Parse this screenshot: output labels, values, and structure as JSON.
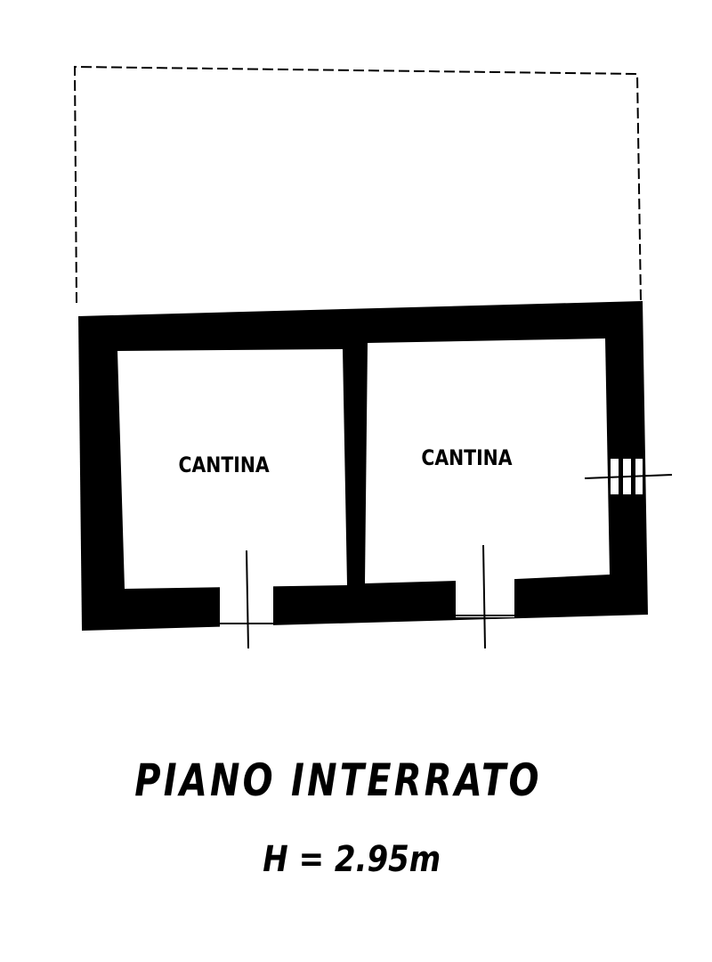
{
  "plan": {
    "rooms": [
      {
        "label": "CANTINA"
      },
      {
        "label": "CANTINA"
      }
    ],
    "title": "PIANO INTERRATO",
    "height_note": "H = 2.95m"
  },
  "colors": {
    "wall": "#000000",
    "background": "#ffffff"
  }
}
